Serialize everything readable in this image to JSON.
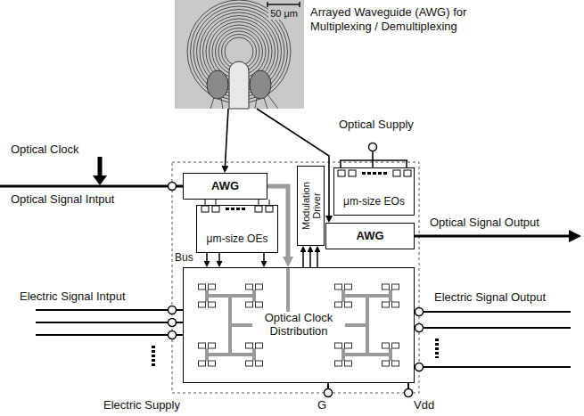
{
  "diagram": {
    "nodes": [
      {
        "text": [
          "50 μm"
        ]
      },
      {
        "text": [
          "AWG"
        ]
      },
      {
        "text": [
          "μm-size OEs"
        ]
      },
      {
        "text": [
          "Modulation Driver"
        ]
      },
      {
        "text": [
          "μm-size EOs"
        ]
      },
      {
        "text": [
          "AWG"
        ]
      },
      {
        "text": [
          "Optical Clock Distribution"
        ]
      }
    ],
    "edges": [
      {
        "from": 0,
        "to": 1,
        "arrow": "to"
      },
      {
        "from": 0,
        "to": 5,
        "arrow": "to"
      },
      {
        "from": 1,
        "to": 6,
        "arrow": "to"
      },
      {
        "from": 2,
        "to": 6,
        "arrow": "to"
      },
      {
        "from": 2,
        "to": 6,
        "arrow": "to"
      },
      {
        "from": 2,
        "to": 6,
        "arrow": "to"
      },
      {
        "from": 6,
        "to": 3,
        "arrow": "to"
      },
      {
        "from": 6,
        "to": 3,
        "arrow": "to"
      },
      {
        "from": 6,
        "to": 3,
        "arrow": "to"
      }
    ],
    "labels": [
      "Arrayed Waveguide (AWG) for Multiplexing / Demultiplexing",
      "Optical Clock",
      "Optical Signal Intput",
      "Optical Supply",
      "Optical Signal Output",
      "Bus",
      "Electric Signal Intput",
      "Electric Signal Output",
      "Electric Supply",
      "G",
      "Vdd"
    ]
  }
}
